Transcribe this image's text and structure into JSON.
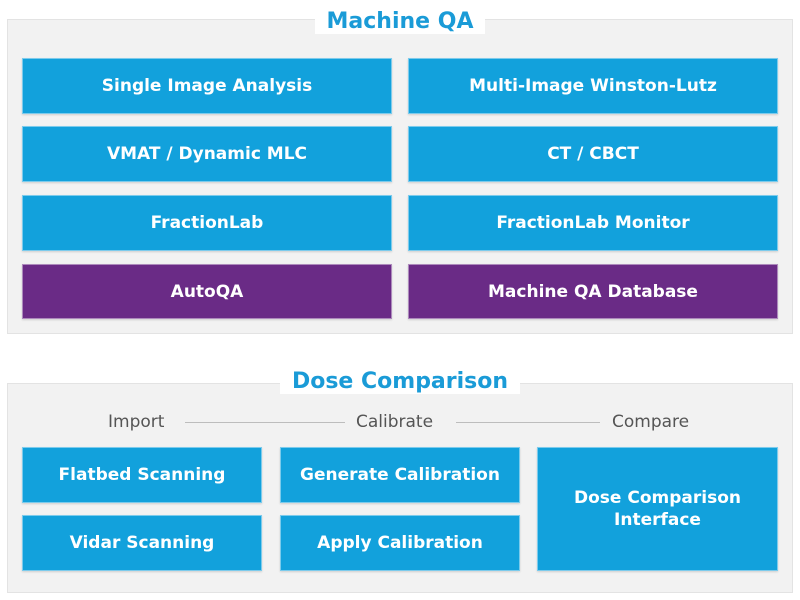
{
  "colors": {
    "title": "#1a9bd7",
    "tile_blue": "#12a1dc",
    "tile_purple": "#6a2b86",
    "panel": "#f2f2f2"
  },
  "machine_qa": {
    "title": "Machine QA",
    "tiles": [
      "Single Image Analysis",
      "Multi-Image Winston-Lutz",
      "VMAT / Dynamic MLC",
      "CT / CBCT",
      "FractionLab",
      "FractionLab Monitor",
      "AutoQA",
      "Machine QA Database"
    ]
  },
  "dose_comparison": {
    "title": "Dose Comparison",
    "steps": [
      "Import",
      "Calibrate",
      "Compare"
    ],
    "tiles": [
      "Flatbed Scanning",
      "Vidar Scanning",
      "Generate Calibration",
      "Apply Calibration",
      "Dose Comparison Interface"
    ]
  }
}
